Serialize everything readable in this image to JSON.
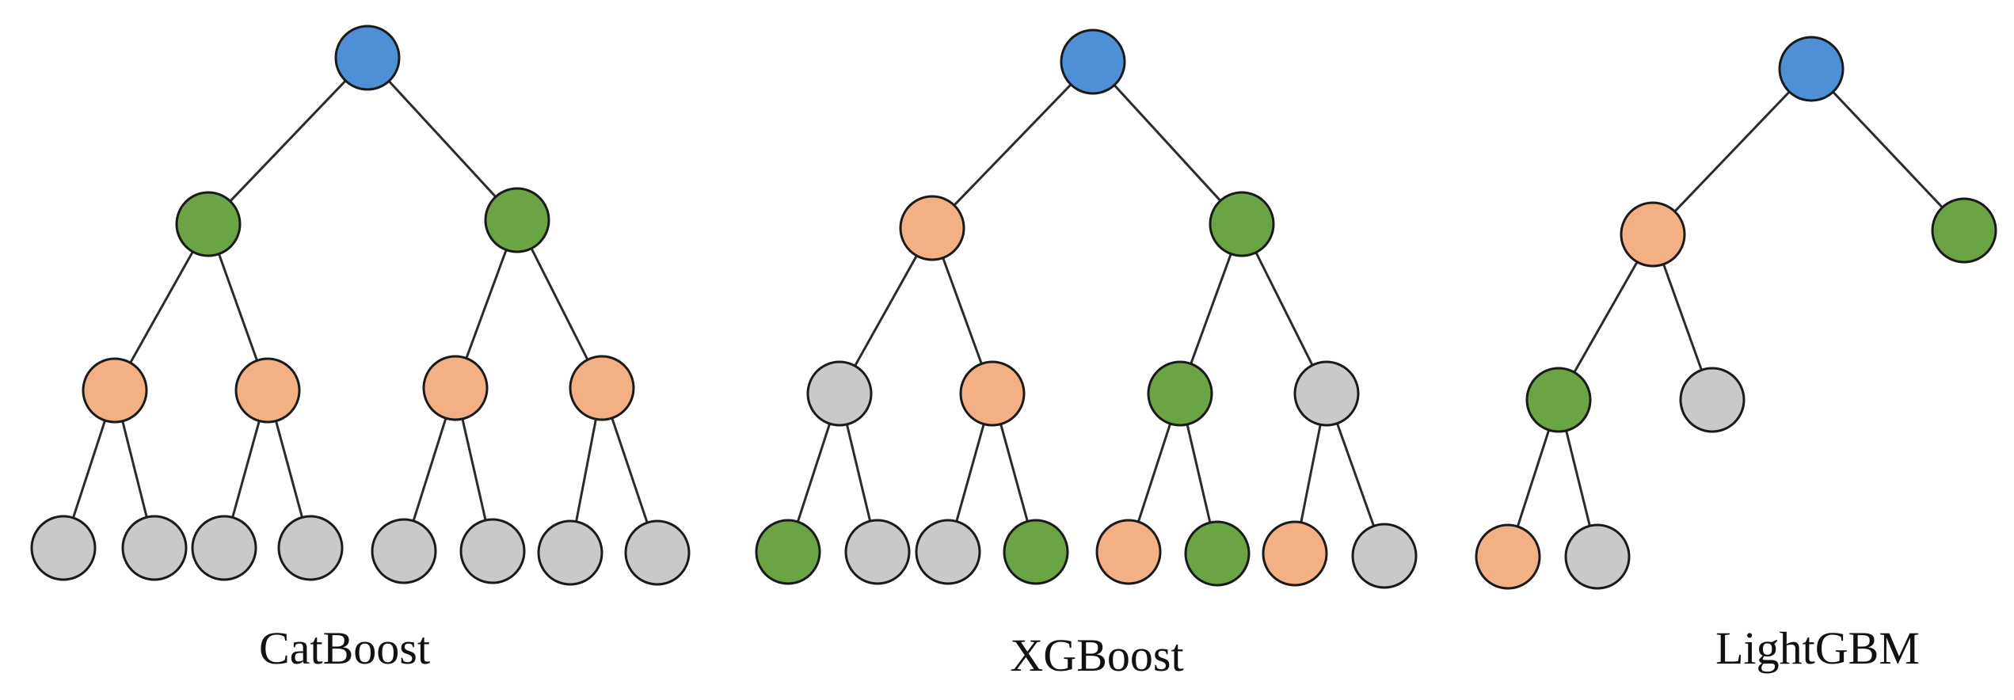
{
  "colors": {
    "blue": "#4f8fd6",
    "green": "#6aa444",
    "orange": "#f2b084",
    "gray": "#c9c9c9",
    "edge": "#2b2b2b"
  },
  "trees": [
    {
      "label": "CatBoost",
      "nodes": [
        {
          "id": "n0",
          "color": "blue"
        },
        {
          "id": "n1",
          "color": "green",
          "parent": "n0"
        },
        {
          "id": "n2",
          "color": "green",
          "parent": "n0"
        },
        {
          "id": "n3",
          "color": "orange",
          "parent": "n1"
        },
        {
          "id": "n4",
          "color": "orange",
          "parent": "n1"
        },
        {
          "id": "n5",
          "color": "orange",
          "parent": "n2"
        },
        {
          "id": "n6",
          "color": "orange",
          "parent": "n2"
        },
        {
          "id": "n7",
          "color": "gray",
          "parent": "n3"
        },
        {
          "id": "n8",
          "color": "gray",
          "parent": "n3"
        },
        {
          "id": "n9",
          "color": "gray",
          "parent": "n4"
        },
        {
          "id": "n10",
          "color": "gray",
          "parent": "n4"
        },
        {
          "id": "n11",
          "color": "gray",
          "parent": "n5"
        },
        {
          "id": "n12",
          "color": "gray",
          "parent": "n5"
        },
        {
          "id": "n13",
          "color": "gray",
          "parent": "n6"
        },
        {
          "id": "n14",
          "color": "gray",
          "parent": "n6"
        }
      ]
    },
    {
      "label": "XGBoost",
      "nodes": [
        {
          "id": "n0",
          "color": "blue"
        },
        {
          "id": "n1",
          "color": "orange",
          "parent": "n0"
        },
        {
          "id": "n2",
          "color": "green",
          "parent": "n0"
        },
        {
          "id": "n3",
          "color": "gray",
          "parent": "n1"
        },
        {
          "id": "n4",
          "color": "orange",
          "parent": "n1"
        },
        {
          "id": "n5",
          "color": "green",
          "parent": "n2"
        },
        {
          "id": "n6",
          "color": "gray",
          "parent": "n2"
        },
        {
          "id": "n7",
          "color": "green",
          "parent": "n3"
        },
        {
          "id": "n8",
          "color": "gray",
          "parent": "n3"
        },
        {
          "id": "n9",
          "color": "gray",
          "parent": "n4"
        },
        {
          "id": "n10",
          "color": "green",
          "parent": "n4"
        },
        {
          "id": "n11",
          "color": "orange",
          "parent": "n5"
        },
        {
          "id": "n12",
          "color": "green",
          "parent": "n5"
        },
        {
          "id": "n13",
          "color": "orange",
          "parent": "n6"
        },
        {
          "id": "n14",
          "color": "gray",
          "parent": "n6"
        }
      ]
    },
    {
      "label": "LightGBM",
      "nodes": [
        {
          "id": "n0",
          "color": "blue"
        },
        {
          "id": "n1",
          "color": "orange",
          "parent": "n0"
        },
        {
          "id": "n2",
          "color": "green",
          "parent": "n0"
        },
        {
          "id": "n3",
          "color": "green",
          "parent": "n1"
        },
        {
          "id": "n4",
          "color": "gray",
          "parent": "n1"
        },
        {
          "id": "n5",
          "color": "orange",
          "parent": "n3"
        },
        {
          "id": "n6",
          "color": "gray",
          "parent": "n3"
        }
      ]
    }
  ]
}
